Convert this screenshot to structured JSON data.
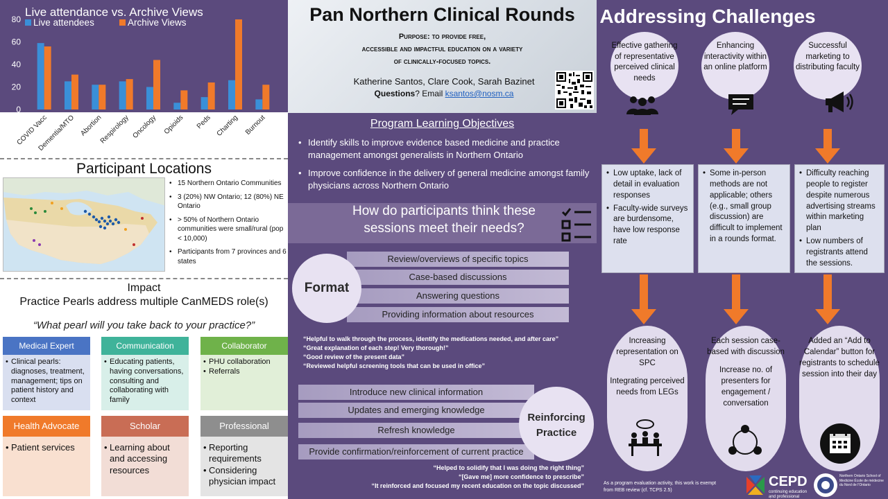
{
  "chart_data": {
    "type": "bar",
    "title": "Live attendance vs. Archive Views",
    "categories": [
      "COVID Vacc",
      "Dementia/MTO",
      "Abortion",
      "Respirology",
      "Oncology",
      "Opioids",
      "Peds",
      "Charting",
      "Burnout"
    ],
    "series": [
      {
        "name": "Live attendees",
        "color": "#3a8fd8",
        "values": [
          59,
          25,
          22,
          25,
          20,
          6,
          11,
          26,
          9
        ]
      },
      {
        "name": "Archive Views",
        "color": "#f07a2a",
        "values": [
          56,
          31,
          22,
          27,
          44,
          17,
          24,
          80,
          22
        ]
      }
    ],
    "ylim": [
      0,
      80
    ],
    "yticks": [
      0,
      20,
      40,
      60,
      80
    ],
    "grid": false,
    "legend_placement": "top-left"
  },
  "locations": {
    "title": "Participant Locations",
    "bullets": [
      "15 Northern Ontario Communities",
      "3 (20%) NW Ontario; 12 (80%) NE Ontario",
      "> 50% of Northern Ontario communities were small/rural (pop < 10,000)",
      "Participants from 7 provinces and 6 states"
    ]
  },
  "impact": {
    "title_line1": "Impact",
    "title_line2": "Practice Pearls address multiple CanMEDS role(s)",
    "question": "“What pearl will you take back to your practice?”",
    "roles": [
      {
        "name": "Medical Expert",
        "head_color": "#4a74c4",
        "body_color": "#d9dff0",
        "items": [
          "Clinical pearls: diagnoses, treatment, management; tips on patient history and context"
        ]
      },
      {
        "name": "Communication",
        "head_color": "#3fb39a",
        "body_color": "#d8efe9",
        "items": [
          "Educating patients, having conversations, consulting and collaborating with family"
        ]
      },
      {
        "name": "Collaborator",
        "head_color": "#6fb24a",
        "body_color": "#e1efd8",
        "items": [
          "PHU collaboration",
          "Referrals"
        ]
      },
      {
        "name": "Health Advocate",
        "head_color": "#f07a2a",
        "body_color": "#f9e0d0",
        "items": [
          "Patient services"
        ]
      },
      {
        "name": "Scholar",
        "head_color": "#c96d55",
        "body_color": "#f2ddd6",
        "items": [
          "Learning about and accessing resources"
        ]
      },
      {
        "name": "Professional",
        "head_color": "#8e8e8e",
        "body_color": "#e4e4e4",
        "items": [
          "Reporting requirements",
          "Considering physician impact"
        ]
      }
    ]
  },
  "header": {
    "title": "Pan Northern Clinical Rounds",
    "purpose_line1": "Purpose: to provide free,",
    "purpose_line2": "accessible and impactful education on a variety",
    "purpose_line3": "of clinically-focused topics.",
    "authors": "Katherine Santos, Clare Cook, Sarah Bazinet",
    "questions_label": "Questions",
    "email_prefix": "? Email ",
    "email": "ksantos@nosm.ca"
  },
  "objectives": {
    "title": "Program Learning Objectives",
    "items": [
      "Identify skills to improve evidence based medicine and practice management amongst generalists in Northern Ontario",
      "Improve confidence in the delivery of general medicine amongst family physicians across Northern Ontario"
    ]
  },
  "needs": {
    "question_line1": "How do participants think these",
    "question_line2": "sessions meet their needs?",
    "format_label": "Format",
    "format_items": [
      "Review/overviews of specific topics",
      "Case-based discussions",
      "Answering questions",
      "Providing information about resources"
    ],
    "format_quotes": [
      "“Helpful to walk through the process, identify the medications needed, and after care”",
      "“Great explanation of each step! Very thorough!”",
      "“Good review of the present data”",
      "“Reviewed helpful screening tools that can be used in office”"
    ],
    "reinforcing_line1": "Reinforcing",
    "reinforcing_line2": "Practice",
    "reinforcing_items": [
      "Introduce new clinical information",
      "Updates and emerging knowledge",
      "Refresh knowledge",
      "Provide confirmation/reinforcement of current practice"
    ],
    "reinforcing_quotes": [
      "“Helped to solidify that I was doing the right thing”",
      "“[Gave me] more confidence to prescribe”",
      "“It reinforced and focused my recent education on the topic discussed”"
    ]
  },
  "challenges": {
    "title": "Addressing Challenges",
    "goals": [
      "Effective gathering of representative perceived clinical needs",
      "Enhancing interactivity within an online platform",
      "Successful marketing to distributing faculty"
    ],
    "problems": [
      [
        "Low uptake, lack of detail in evaluation responses",
        "Faculty-wide surveys are burdensome, have low response rate"
      ],
      [
        "Some in-person methods are not applicable; others (e.g., small group discussion) are difficult to implement in a rounds format."
      ],
      [
        "Difficulty reaching people to register despite numerous advertising streams within marketing plan",
        "Low numbers of registrants attend the sessions."
      ]
    ],
    "solutions": [
      {
        "line1": "Increasing representation on SPC",
        "line2": "Integrating perceived needs from LEGs"
      },
      {
        "line1": "Each session case-based with discussion",
        "line2": "Increase no. of presenters for engagement / conversation"
      },
      {
        "line1": "Added an “Add to Calendar” button for registrants to schedule session into their day",
        "line2": ""
      }
    ],
    "accent_color": "#f07a2a",
    "icons": [
      "people-icon",
      "speech-bubble-icon",
      "megaphone-icon",
      "meeting-icon",
      "network-icon",
      "calendar-icon"
    ]
  },
  "footer": {
    "reb_note": "As a program evaluation activity, this work is exempt from REB review (cf. TCPS 2.5)",
    "cepd_word": "CEPD",
    "cepd_sub": "continuing education and professional development",
    "nosm_text": "Northern Ontario School of Medicine École de médecine du Nord de l’Ontario"
  }
}
